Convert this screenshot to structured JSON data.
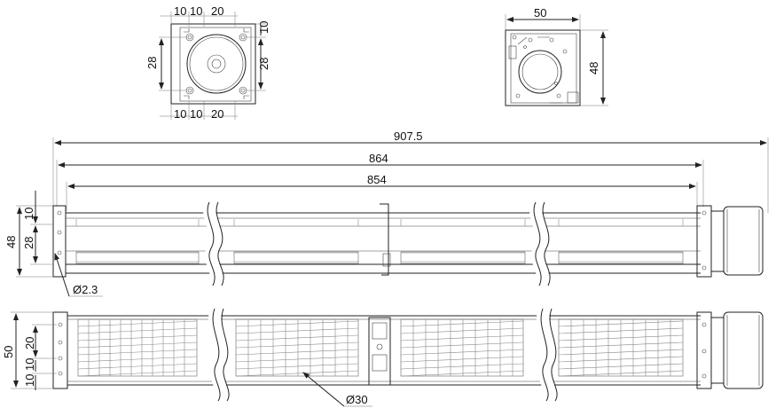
{
  "dimensions": {
    "top_left_view": {
      "top_row": [
        "10",
        "10",
        "20"
      ],
      "bottom_row": [
        "10",
        "10",
        "20"
      ],
      "left_height": "28",
      "right_height": "28",
      "right_top": "10"
    },
    "top_right_view": {
      "width": "50",
      "height": "48"
    },
    "overall_length": "907.5",
    "housing_length": "864",
    "impeller_length": "854",
    "front_view": {
      "height": "48",
      "dim_10": "10",
      "dim_28": "28",
      "hole": "Ø2.3"
    },
    "bottom_view": {
      "height": "50",
      "dim_20": "20",
      "dim_10a": "10",
      "dim_10b": "10",
      "diameter": "Ø30"
    }
  }
}
